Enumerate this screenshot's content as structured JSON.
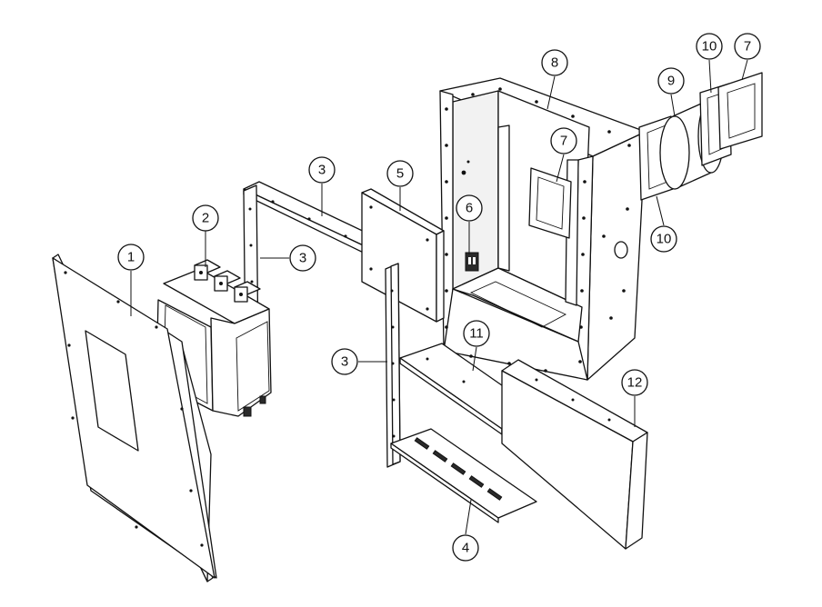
{
  "callouts": [
    {
      "id": "c1",
      "label": "1"
    },
    {
      "id": "c2",
      "label": "2"
    },
    {
      "id": "c3a",
      "label": "3"
    },
    {
      "id": "c3b",
      "label": "3"
    },
    {
      "id": "c3c",
      "label": "3"
    },
    {
      "id": "c4",
      "label": "4"
    },
    {
      "id": "c5",
      "label": "5"
    },
    {
      "id": "c6",
      "label": "6"
    },
    {
      "id": "c7a",
      "label": "7"
    },
    {
      "id": "c7b",
      "label": "7"
    },
    {
      "id": "c8",
      "label": "8"
    },
    {
      "id": "c9",
      "label": "9"
    },
    {
      "id": "c10a",
      "label": "10"
    },
    {
      "id": "c10b",
      "label": "10"
    },
    {
      "id": "c11",
      "label": "11"
    },
    {
      "id": "c12",
      "label": "12"
    }
  ]
}
